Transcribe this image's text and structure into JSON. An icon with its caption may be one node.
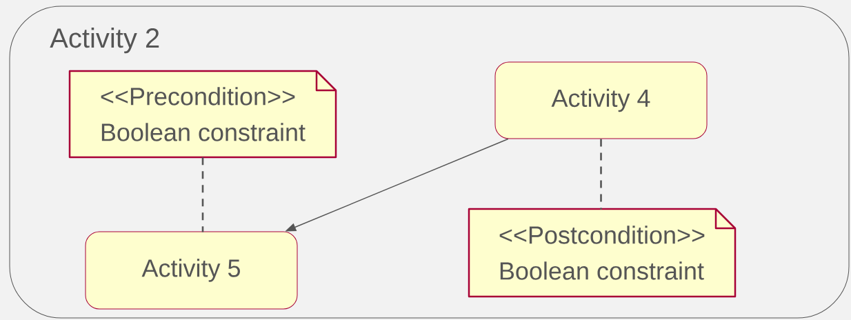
{
  "diagram": {
    "nodes": [
      {
        "text": [
          "Activity 2"
        ]
      },
      {
        "text": [
          "<<Precondition>>",
          "Boolean constraint"
        ],
        "in": 0
      },
      {
        "text": [
          "Activity 4"
        ],
        "in": 0
      },
      {
        "text": [
          "Activity 5"
        ],
        "in": 0
      },
      {
        "text": [
          "<<Postcondition>>",
          "Boolean constraint"
        ],
        "in": 0
      }
    ],
    "edges": [
      {
        "from": 1,
        "to": 3,
        "arrow": "none",
        "style": "dashed"
      },
      {
        "from": 2,
        "to": 3,
        "arrow": "to"
      },
      {
        "from": 2,
        "to": 4,
        "arrow": "none",
        "style": "dashed"
      }
    ]
  }
}
